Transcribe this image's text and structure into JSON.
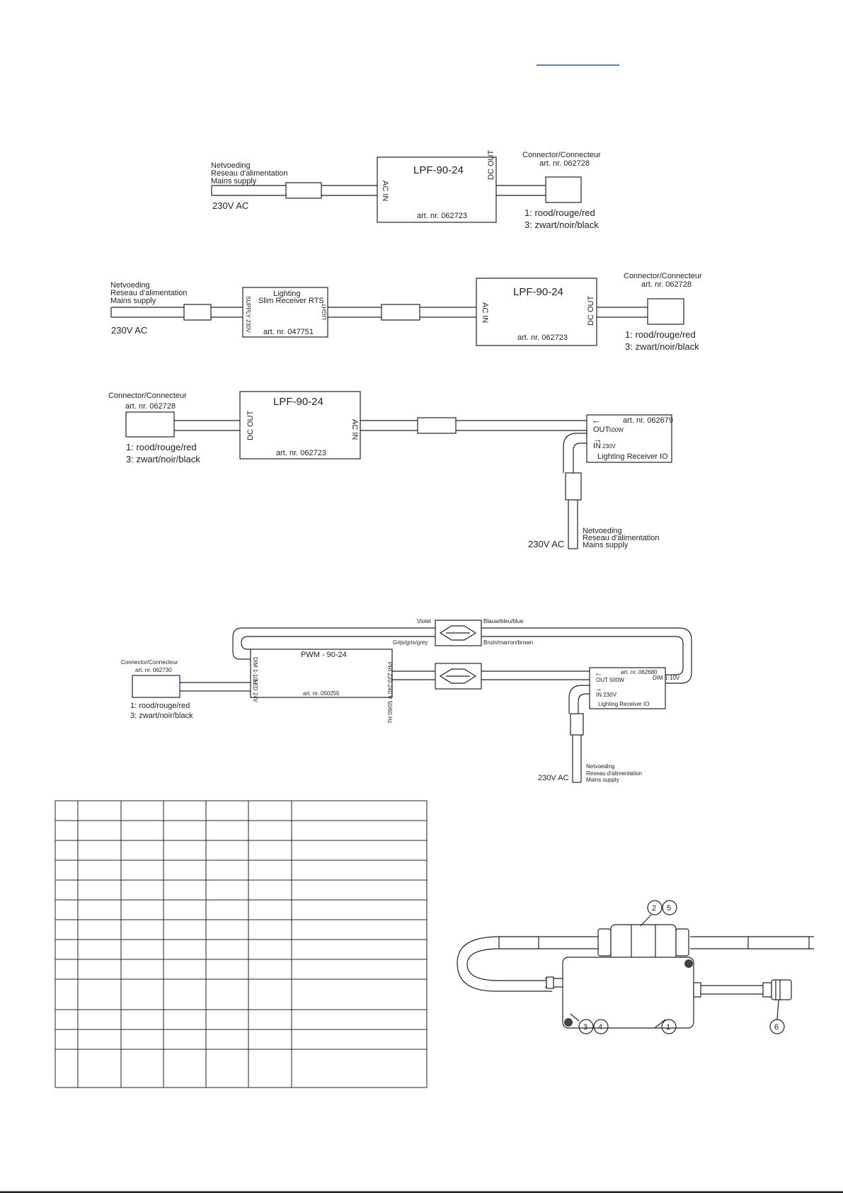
{
  "d1": {
    "mains_nl": "Netvoeding",
    "mains_fr": "Reseau d'alimentation",
    "mains_en": "Mains supply",
    "voltage": "230V AC",
    "driver": "LPF-90-24",
    "driver_art": "art. nr. 062723",
    "ac_in": "AC IN",
    "dc_out": "DC OUT",
    "connector": "Connector/Connecteur",
    "connector_art": "art. nr. 062728",
    "pin1": "1: rood/rouge/red",
    "pin3": "3: zwart/noir/black"
  },
  "d2": {
    "mains_nl": "Netvoeding",
    "mains_fr": "Reseau d'alimentation",
    "mains_en": "Mains supply",
    "voltage": "230V AC",
    "receiver_l1": "Lighting",
    "receiver_l2": "Slim Receiver RTS",
    "receiver_art": "art. nr. 047751",
    "supply": "SUPPLY 230V",
    "light": "LIGHT",
    "driver": "LPF-90-24",
    "driver_art": "art. nr. 062723",
    "ac_in": "AC IN",
    "dc_out": "DC OUT",
    "connector": "Connector/Connecteur",
    "connector_art": "art. nr. 062728",
    "pin1": "1: rood/rouge/red",
    "pin3": "3: zwart/noir/black"
  },
  "d3": {
    "connector": "Connector/Connecteur",
    "connector_art": "art. nr. 062728",
    "pin1": "1: rood/rouge/red",
    "pin3": "3: zwart/noir/black",
    "driver": "LPF-90-24",
    "driver_art": "art. nr. 062723",
    "dc_out": "DC OUT",
    "ac_in": "AC IN",
    "receiver_art": "art. nr. 062679",
    "out": "OUT",
    "out_w": "500W",
    "in": "IN",
    "in_v": "230V",
    "receiver_name": "Lighting Receiver IO",
    "voltage": "230V AC",
    "mains_nl": "Netvoeding",
    "mains_fr": "Reseau d'alimentation",
    "mains_en": "Mains supply"
  },
  "d4": {
    "violet": "Violet",
    "blue": "Blauw/bleu/blue",
    "grey": "Grijs/gris/grey",
    "brown": "Bruin/marron/brown",
    "connector": "Connector/Connecteur",
    "connector_art": "art. nr. 062730",
    "pin1": "1: rood/rouge/red",
    "pin3": "3: zwart/noir/black",
    "driver": "PWM - 90-24",
    "driver_art": "art. nr. 050255",
    "dim": "DIM 1-10V",
    "led": "LED 24V",
    "pri": "PRI 220-240 V 50/60 Hz",
    "receiver_art": "art. nr. 062680",
    "dim_out": "DIM 1-10V",
    "out_full": "OUT 500W",
    "in_full": "IN 230V",
    "receiver_name": "Lighting Receiver IO",
    "voltage": "230V AC",
    "mains_nl": "Netvoeding",
    "mains_fr": "Reseau d'alimentation",
    "mains_en": "Mains supply"
  },
  "illustration": {
    "callouts": [
      "2",
      "5",
      "3",
      "4",
      "1",
      "6"
    ]
  }
}
